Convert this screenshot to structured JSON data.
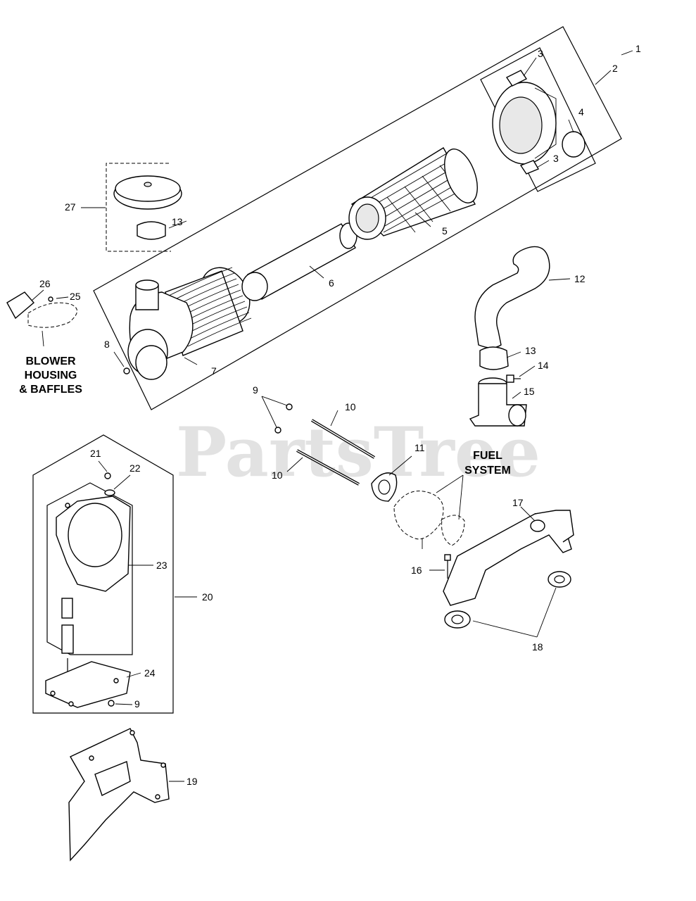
{
  "watermark": "PartsTree",
  "callouts": {
    "n1": "1",
    "n2": "2",
    "n3a": "3",
    "n3b": "3",
    "n4": "4",
    "n5": "5",
    "n6": "6",
    "n7": "7",
    "n8": "8",
    "n9a": "9",
    "n9b": "9",
    "n10a": "10",
    "n10b": "10",
    "n11": "11",
    "n12": "12",
    "n13a": "13",
    "n13b": "13",
    "n14": "14",
    "n15": "15",
    "n16": "16",
    "n17": "17",
    "n18": "18",
    "n19": "19",
    "n20": "20",
    "n21": "21",
    "n22": "22",
    "n23": "23",
    "n24": "24",
    "n25": "25",
    "n26": "26",
    "n27": "27"
  },
  "notes": {
    "blower_line1": "BLOWER",
    "blower_line2": "HOUSING",
    "blower_line3": "& BAFFLES",
    "fuel_line1": "FUEL",
    "fuel_line2": "SYSTEM"
  }
}
